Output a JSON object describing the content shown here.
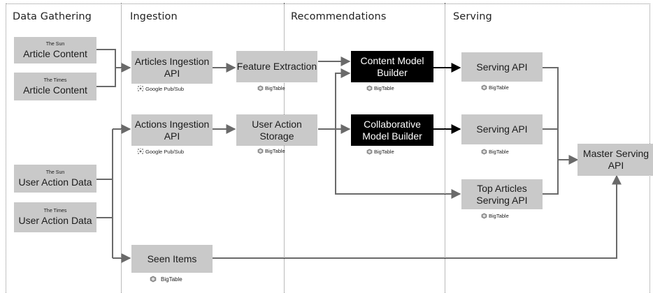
{
  "lanes": [
    "Data Gathering",
    "Ingestion",
    "Recommendations",
    "Serving"
  ],
  "sources": {
    "sun_article": {
      "small": "The Sun",
      "label": "Article Content"
    },
    "times_article": {
      "small": "The Times",
      "label": "Article Content"
    },
    "sun_action": {
      "small": "The Sun",
      "label": "User Action Data"
    },
    "times_action": {
      "small": "The Times",
      "label": "User Action Data"
    }
  },
  "ingestion": {
    "articles_api": {
      "label": "Articles Ingestion API",
      "tech": "Google Pub/Sub"
    },
    "actions_api": {
      "label": "Actions Ingestion API",
      "tech": "Google Pub/Sub"
    },
    "seen_items": {
      "label": "Seen Items",
      "tech": "BigTable"
    }
  },
  "features": {
    "feature_extraction": {
      "label": "Feature Extraction",
      "tech": "BigTable"
    },
    "user_action_storage": {
      "label": "User Action Storage",
      "tech": "BigTable"
    }
  },
  "models": {
    "content_model": {
      "label": "Content Model Builder",
      "tech": "BigTable"
    },
    "collaborative_model": {
      "label": "Collaborative Model Builder",
      "tech": "BigTable"
    }
  },
  "serving": {
    "serving_api_1": {
      "label": "Serving API",
      "tech": "BigTable"
    },
    "serving_api_2": {
      "label": "Serving API",
      "tech": "BigTable"
    },
    "top_articles": {
      "label": "Top Articles Serving API",
      "tech": "BigTable"
    },
    "master": {
      "label": "Master Serving API"
    }
  },
  "colors": {
    "box": "#c9c9c9",
    "dark_box": "#000000",
    "connector": "#6a6a6a"
  },
  "icons": {
    "pubsub": "pubsub-icon",
    "bigtable": "bigtable-icon"
  }
}
